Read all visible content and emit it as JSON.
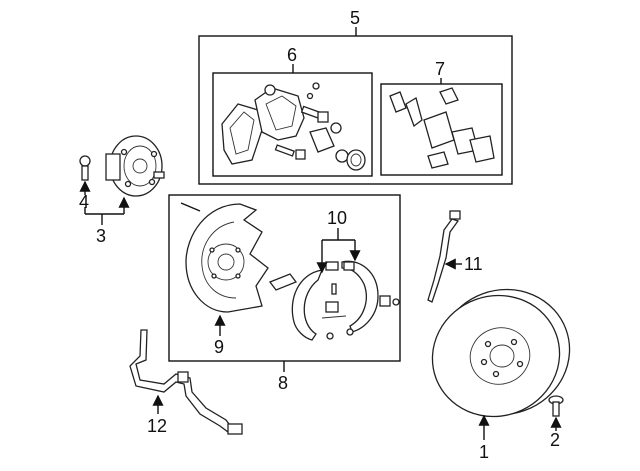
{
  "callouts": [
    {
      "id": "1",
      "text": "1"
    },
    {
      "id": "2",
      "text": "2"
    },
    {
      "id": "3",
      "text": "3"
    },
    {
      "id": "4",
      "text": "4"
    },
    {
      "id": "5",
      "text": "5"
    },
    {
      "id": "6",
      "text": "6"
    },
    {
      "id": "7",
      "text": "7"
    },
    {
      "id": "8",
      "text": "8"
    },
    {
      "id": "9",
      "text": "9"
    },
    {
      "id": "10",
      "text": "10"
    },
    {
      "id": "11",
      "text": "11"
    },
    {
      "id": "12",
      "text": "12"
    }
  ],
  "colors": {
    "ink": "#111111",
    "background": "#ffffff"
  }
}
